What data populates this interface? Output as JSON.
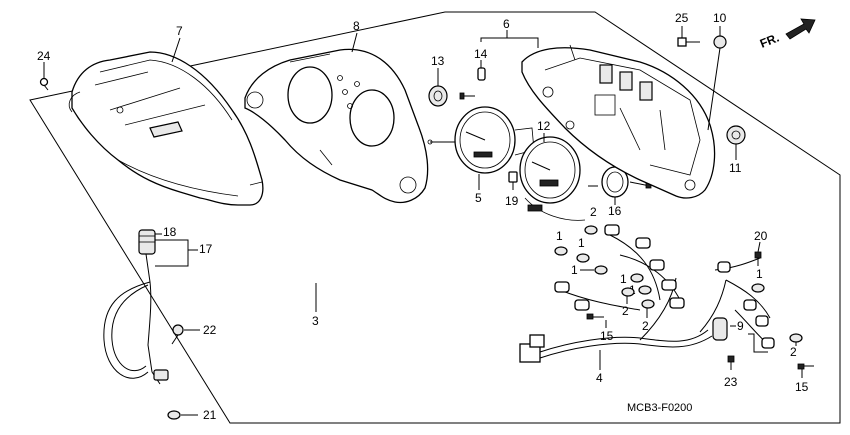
{
  "diagram": {
    "code": "MCB3-F0200",
    "front_label": "FR."
  },
  "callouts": [
    {
      "id": "c24",
      "text": "24"
    },
    {
      "id": "c7",
      "text": "7"
    },
    {
      "id": "c8",
      "text": "8"
    },
    {
      "id": "c13",
      "text": "13"
    },
    {
      "id": "c6",
      "text": "6"
    },
    {
      "id": "c14",
      "text": "14"
    },
    {
      "id": "c25",
      "text": "25"
    },
    {
      "id": "c10",
      "text": "10"
    },
    {
      "id": "c12",
      "text": "12"
    },
    {
      "id": "c5",
      "text": "5"
    },
    {
      "id": "c19",
      "text": "19"
    },
    {
      "id": "c16",
      "text": "16"
    },
    {
      "id": "c11",
      "text": "11"
    },
    {
      "id": "c2a",
      "text": "2"
    },
    {
      "id": "c1a",
      "text": "1"
    },
    {
      "id": "c1b",
      "text": "1"
    },
    {
      "id": "c1c",
      "text": "1"
    },
    {
      "id": "c1d",
      "text": "1"
    },
    {
      "id": "c1e",
      "text": "1"
    },
    {
      "id": "c20",
      "text": "20"
    },
    {
      "id": "c1f",
      "text": "1"
    },
    {
      "id": "c2b",
      "text": "2"
    },
    {
      "id": "c2c",
      "text": "2"
    },
    {
      "id": "c9",
      "text": "9"
    },
    {
      "id": "c15a",
      "text": "15"
    },
    {
      "id": "c2d",
      "text": "2"
    },
    {
      "id": "c4",
      "text": "4"
    },
    {
      "id": "c23",
      "text": "23"
    },
    {
      "id": "c15b",
      "text": "15"
    },
    {
      "id": "c18",
      "text": "18"
    },
    {
      "id": "c17",
      "text": "17"
    },
    {
      "id": "c3",
      "text": "3"
    },
    {
      "id": "c22",
      "text": "22"
    },
    {
      "id": "c21",
      "text": "21"
    }
  ]
}
